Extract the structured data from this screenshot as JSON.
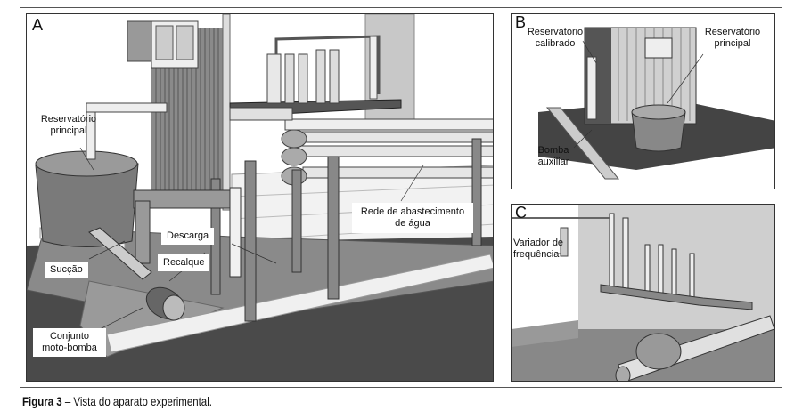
{
  "figure": {
    "caption_bold": "Figura 3",
    "caption_text": " – Vista do aparato experimental."
  },
  "panels": {
    "A": {
      "letter": "A",
      "labels": {
        "reservatorio_principal_1": "Reservatório",
        "reservatorio_principal_2": "principal",
        "descarga": "Descarga",
        "recalque": "Recalque",
        "succao": "Sucção",
        "conjunto_1": "Conjunto",
        "conjunto_2": "moto-bomba",
        "rede_1": "Rede de abastecimento",
        "rede_2": "de água"
      }
    },
    "B": {
      "letter": "B",
      "labels": {
        "calibrado_1": "Reservatório",
        "calibrado_2": "calibrado",
        "principal_1": "Reservatório",
        "principal_2": "principal",
        "bomba_1": "Bomba",
        "bomba_2": "auxiliar"
      }
    },
    "C": {
      "letter": "C",
      "labels": {
        "variador_1": "Variador de",
        "variador_2": "frequência"
      }
    }
  }
}
